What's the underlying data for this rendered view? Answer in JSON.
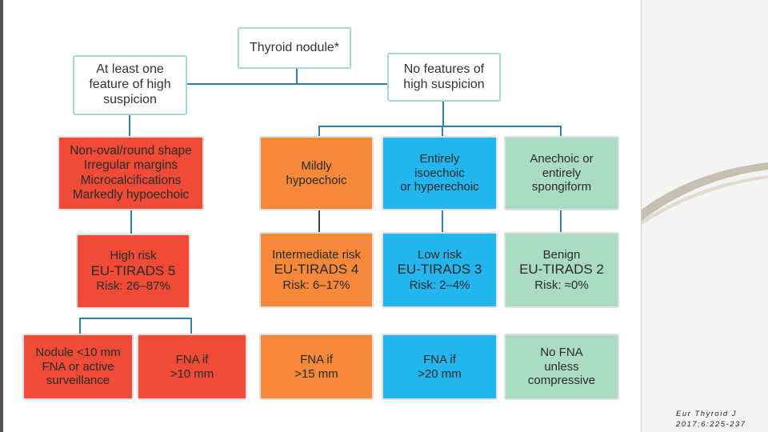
{
  "diagram": {
    "root": "Thyroid nodule*",
    "branch_high": [
      "At least one",
      "feature of high",
      "suspicion"
    ],
    "branch_none": [
      "No features of",
      "high suspicion"
    ],
    "features": {
      "high": [
        "Non-oval/round shape",
        "Irregular margins",
        "Microcalcifications",
        "Markedly hypoechoic"
      ],
      "mild": [
        "Mildly",
        "hypoechoic"
      ],
      "iso": [
        "Entirely",
        "isoechoic",
        "or hyperechoic"
      ],
      "anechoic": [
        "Anechoic or",
        "entirely",
        "spongiform"
      ]
    },
    "risks": {
      "high": [
        "High risk",
        "EU-TIRADS 5",
        "Risk: 26–87%"
      ],
      "intermediate": [
        "Intermediate risk",
        "EU-TIRADS 4",
        "Risk: 6–17%"
      ],
      "low": [
        "Low risk",
        "EU-TIRADS 3",
        "Risk: 2–4%"
      ],
      "benign": [
        "Benign",
        "EU-TIRADS 2",
        "Risk: ≈0%"
      ]
    },
    "actions": {
      "small": [
        "Nodule <10 mm",
        "FNA or active",
        "surveillance"
      ],
      "fna10": [
        "FNA if",
        ">10 mm"
      ],
      "fna15": [
        "FNA if",
        ">15 mm"
      ],
      "fna20": [
        "FNA if",
        ">20 mm"
      ],
      "nofna": [
        "No FNA",
        "unless",
        "compressive"
      ]
    },
    "colors": {
      "high": "#ef4b37",
      "intermediate": "#f6883a",
      "low": "#23b5ee",
      "benign": "#a9dcc3",
      "connector": "#2e7ea8"
    }
  },
  "citation": [
    "Eur Thyroid J",
    "2017;6:225-237"
  ]
}
